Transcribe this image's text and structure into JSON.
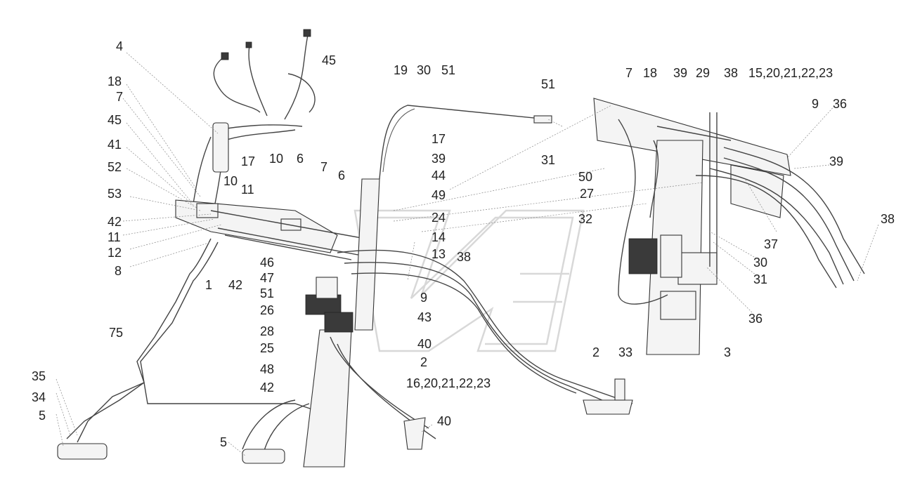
{
  "labels": [
    "4",
    "45",
    "18",
    "7",
    "45",
    "41",
    "52",
    "53",
    "42",
    "11",
    "12",
    "8",
    "1",
    "42",
    "75",
    "35",
    "34",
    "5",
    "5",
    "17",
    "10",
    "10",
    "11",
    "6",
    "7",
    "6",
    "19",
    "30",
    "51",
    "51",
    "31",
    "17",
    "39",
    "44",
    "49",
    "24",
    "14",
    "13",
    "38",
    "46",
    "47",
    "51",
    "26",
    "28",
    "25",
    "48",
    "42",
    "9",
    "43",
    "40",
    "2",
    "16,20,21,22,23",
    "40",
    "7",
    "18",
    "39",
    "29",
    "38",
    "15,20,21,22,23",
    "9",
    "36",
    "39",
    "50",
    "27",
    "32",
    "38",
    "37",
    "30",
    "31",
    "36",
    "2",
    "33",
    "3"
  ]
}
